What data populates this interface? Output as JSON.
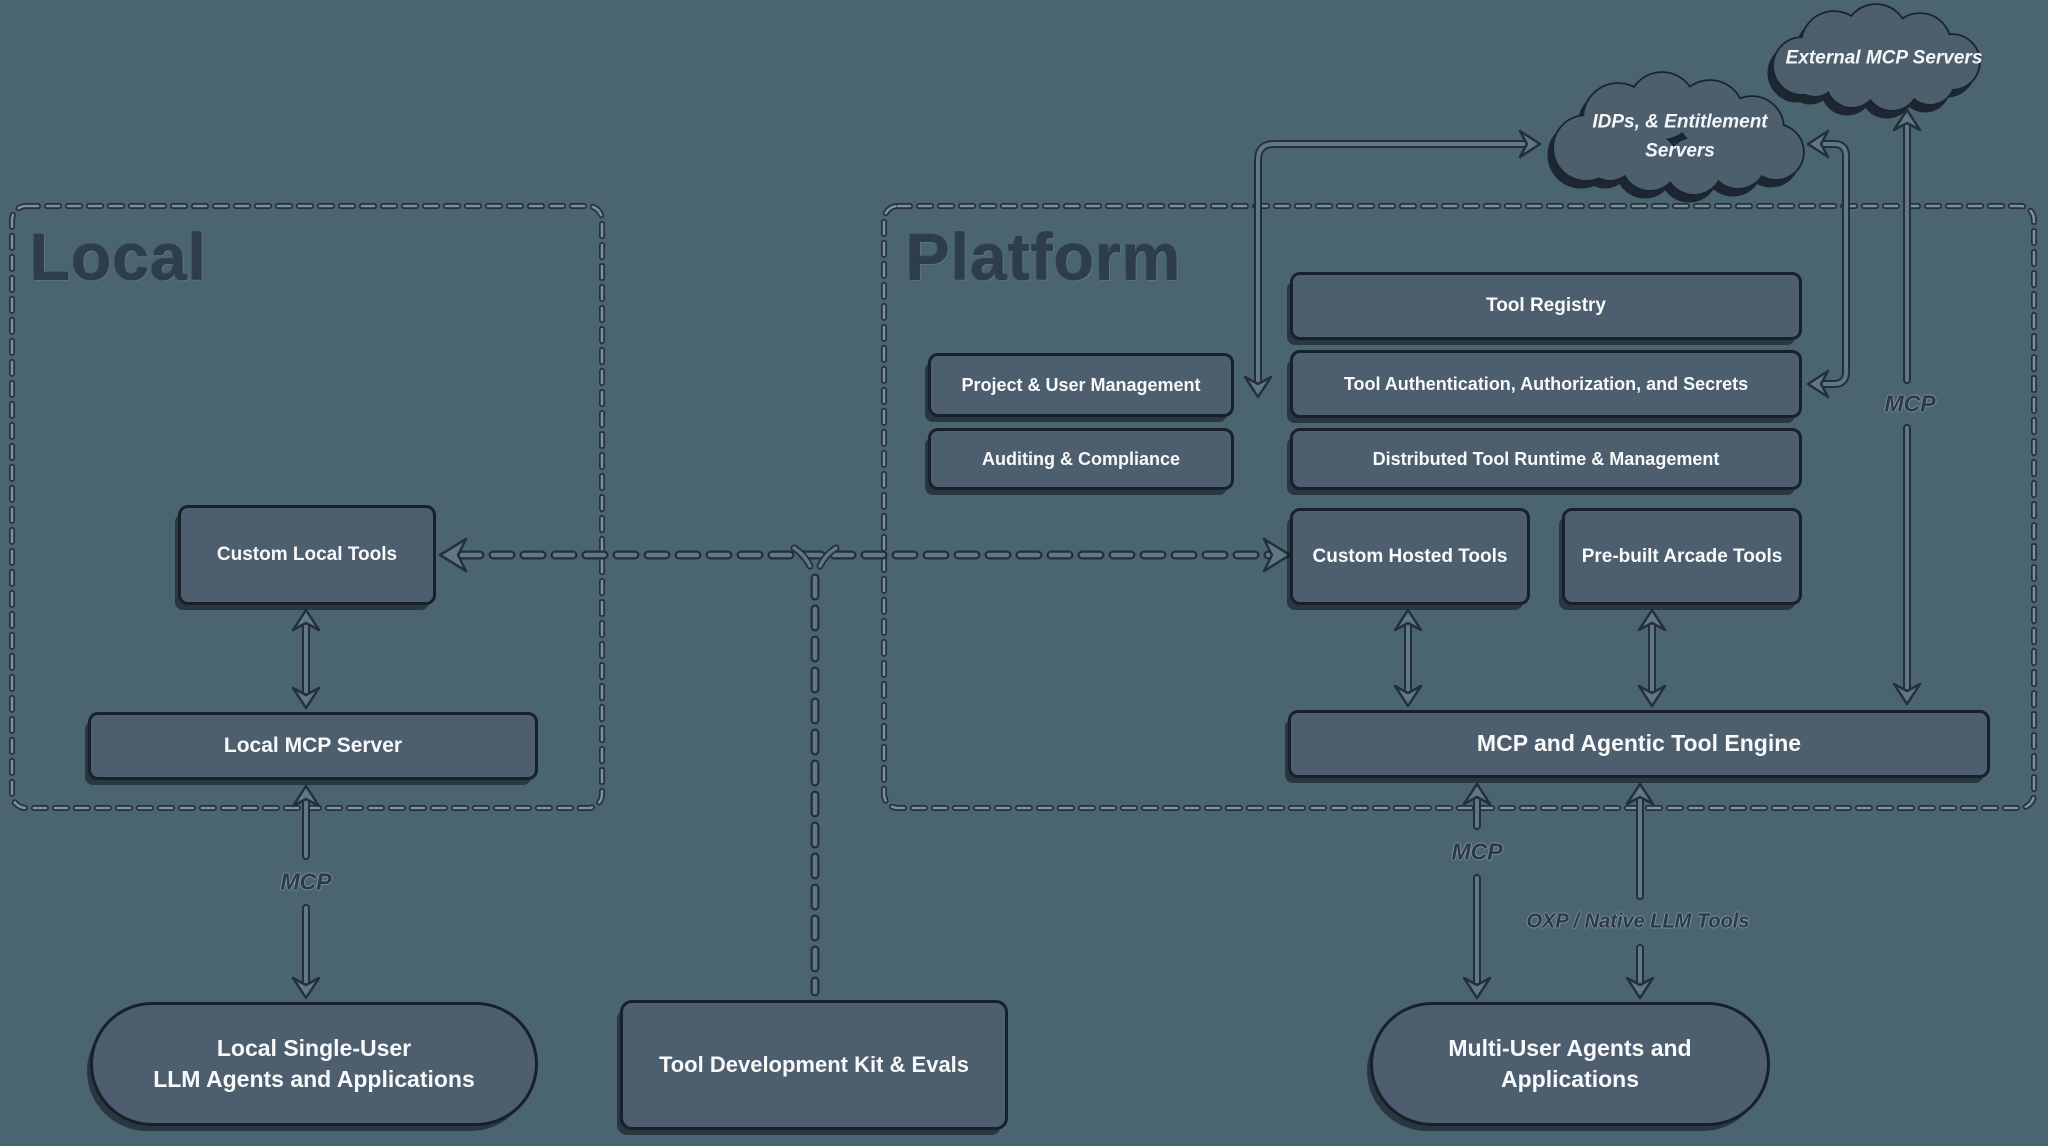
{
  "diagram": {
    "regions": {
      "local_title": "Local",
      "platform_title": "Platform"
    },
    "clouds": {
      "external_label": "External MCP Servers",
      "idps_line1": "IDPs, & Entitlement",
      "idps_line2": "Servers"
    },
    "local_nodes": {
      "custom_local_tools": "Custom Local Tools",
      "local_mcp_server": "Local MCP Server"
    },
    "platform_nodes": {
      "tool_registry": "Tool Registry",
      "project_user_mgmt": "Project & User Management",
      "tool_auth": "Tool Authentication, Authorization, and Secrets",
      "auditing_compliance": "Auditing & Compliance",
      "distributed_runtime": "Distributed Tool Runtime & Management",
      "custom_hosted_tools": "Custom Hosted Tools",
      "prebuilt_arcade_tools": "Pre-built Arcade Tools",
      "tool_engine": "MCP and Agentic Tool Engine"
    },
    "bottom_nodes": {
      "local_agents_line1": "Local Single-User",
      "local_agents_line2": "LLM Agents and Applications",
      "tdk": "Tool Development Kit & Evals",
      "multi_user_line1": "Multi-User Agents and",
      "multi_user_line2": "Applications"
    },
    "edge_labels": {
      "mcp_local": "MCP",
      "mcp_engine": "MCP",
      "mcp_external": "MCP",
      "oxp_native": "OXP / Native LLM Tools"
    },
    "colors": {
      "background": "#4b6570",
      "node_fill": "#4d5f6e",
      "node_border": "#18202c",
      "node_text": "#f7f9fa",
      "arrow_dark": "#242f3b",
      "arrow_core": "#5f7884",
      "dash_core": "#7b909c",
      "title_text": "#2e3d4b"
    }
  }
}
